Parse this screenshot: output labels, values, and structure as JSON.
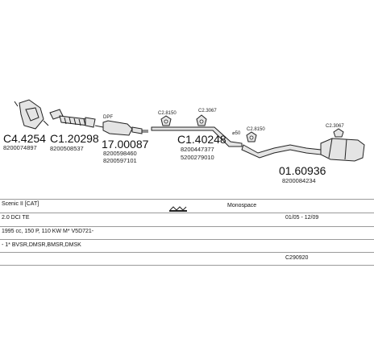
{
  "parts": {
    "p1": {
      "number": "C4.4254",
      "ref": "8200074897"
    },
    "p2": {
      "number": "C1.20298",
      "ref": "8200508537"
    },
    "p3": {
      "number": "17.00087",
      "ref": "8200598460",
      "ref2": "8200597101",
      "tag": "DPF"
    },
    "p4": {
      "number": "C1.40248",
      "ref": "8200447377",
      "ref2": "5200279010"
    },
    "p5": {
      "number": "01.60936",
      "ref": "8200084234"
    }
  },
  "callouts": {
    "c1": "C2.8150",
    "c2": "C2.3067",
    "c3": "C2.8150",
    "c4": "C2.3067",
    "diameter": "⌀50"
  },
  "info": {
    "vehicle": "Scenic II [CAT]",
    "mount_label": "Monospace",
    "engine": "2.0 DCI TE",
    "period": "01/05 - 12/09",
    "spec": "1995 cc, 150 P, 110 KW M* V5D721-",
    "notes": "- 1* BVSR,DMSR,BMSR,DMSK",
    "catalog": "C290920"
  }
}
